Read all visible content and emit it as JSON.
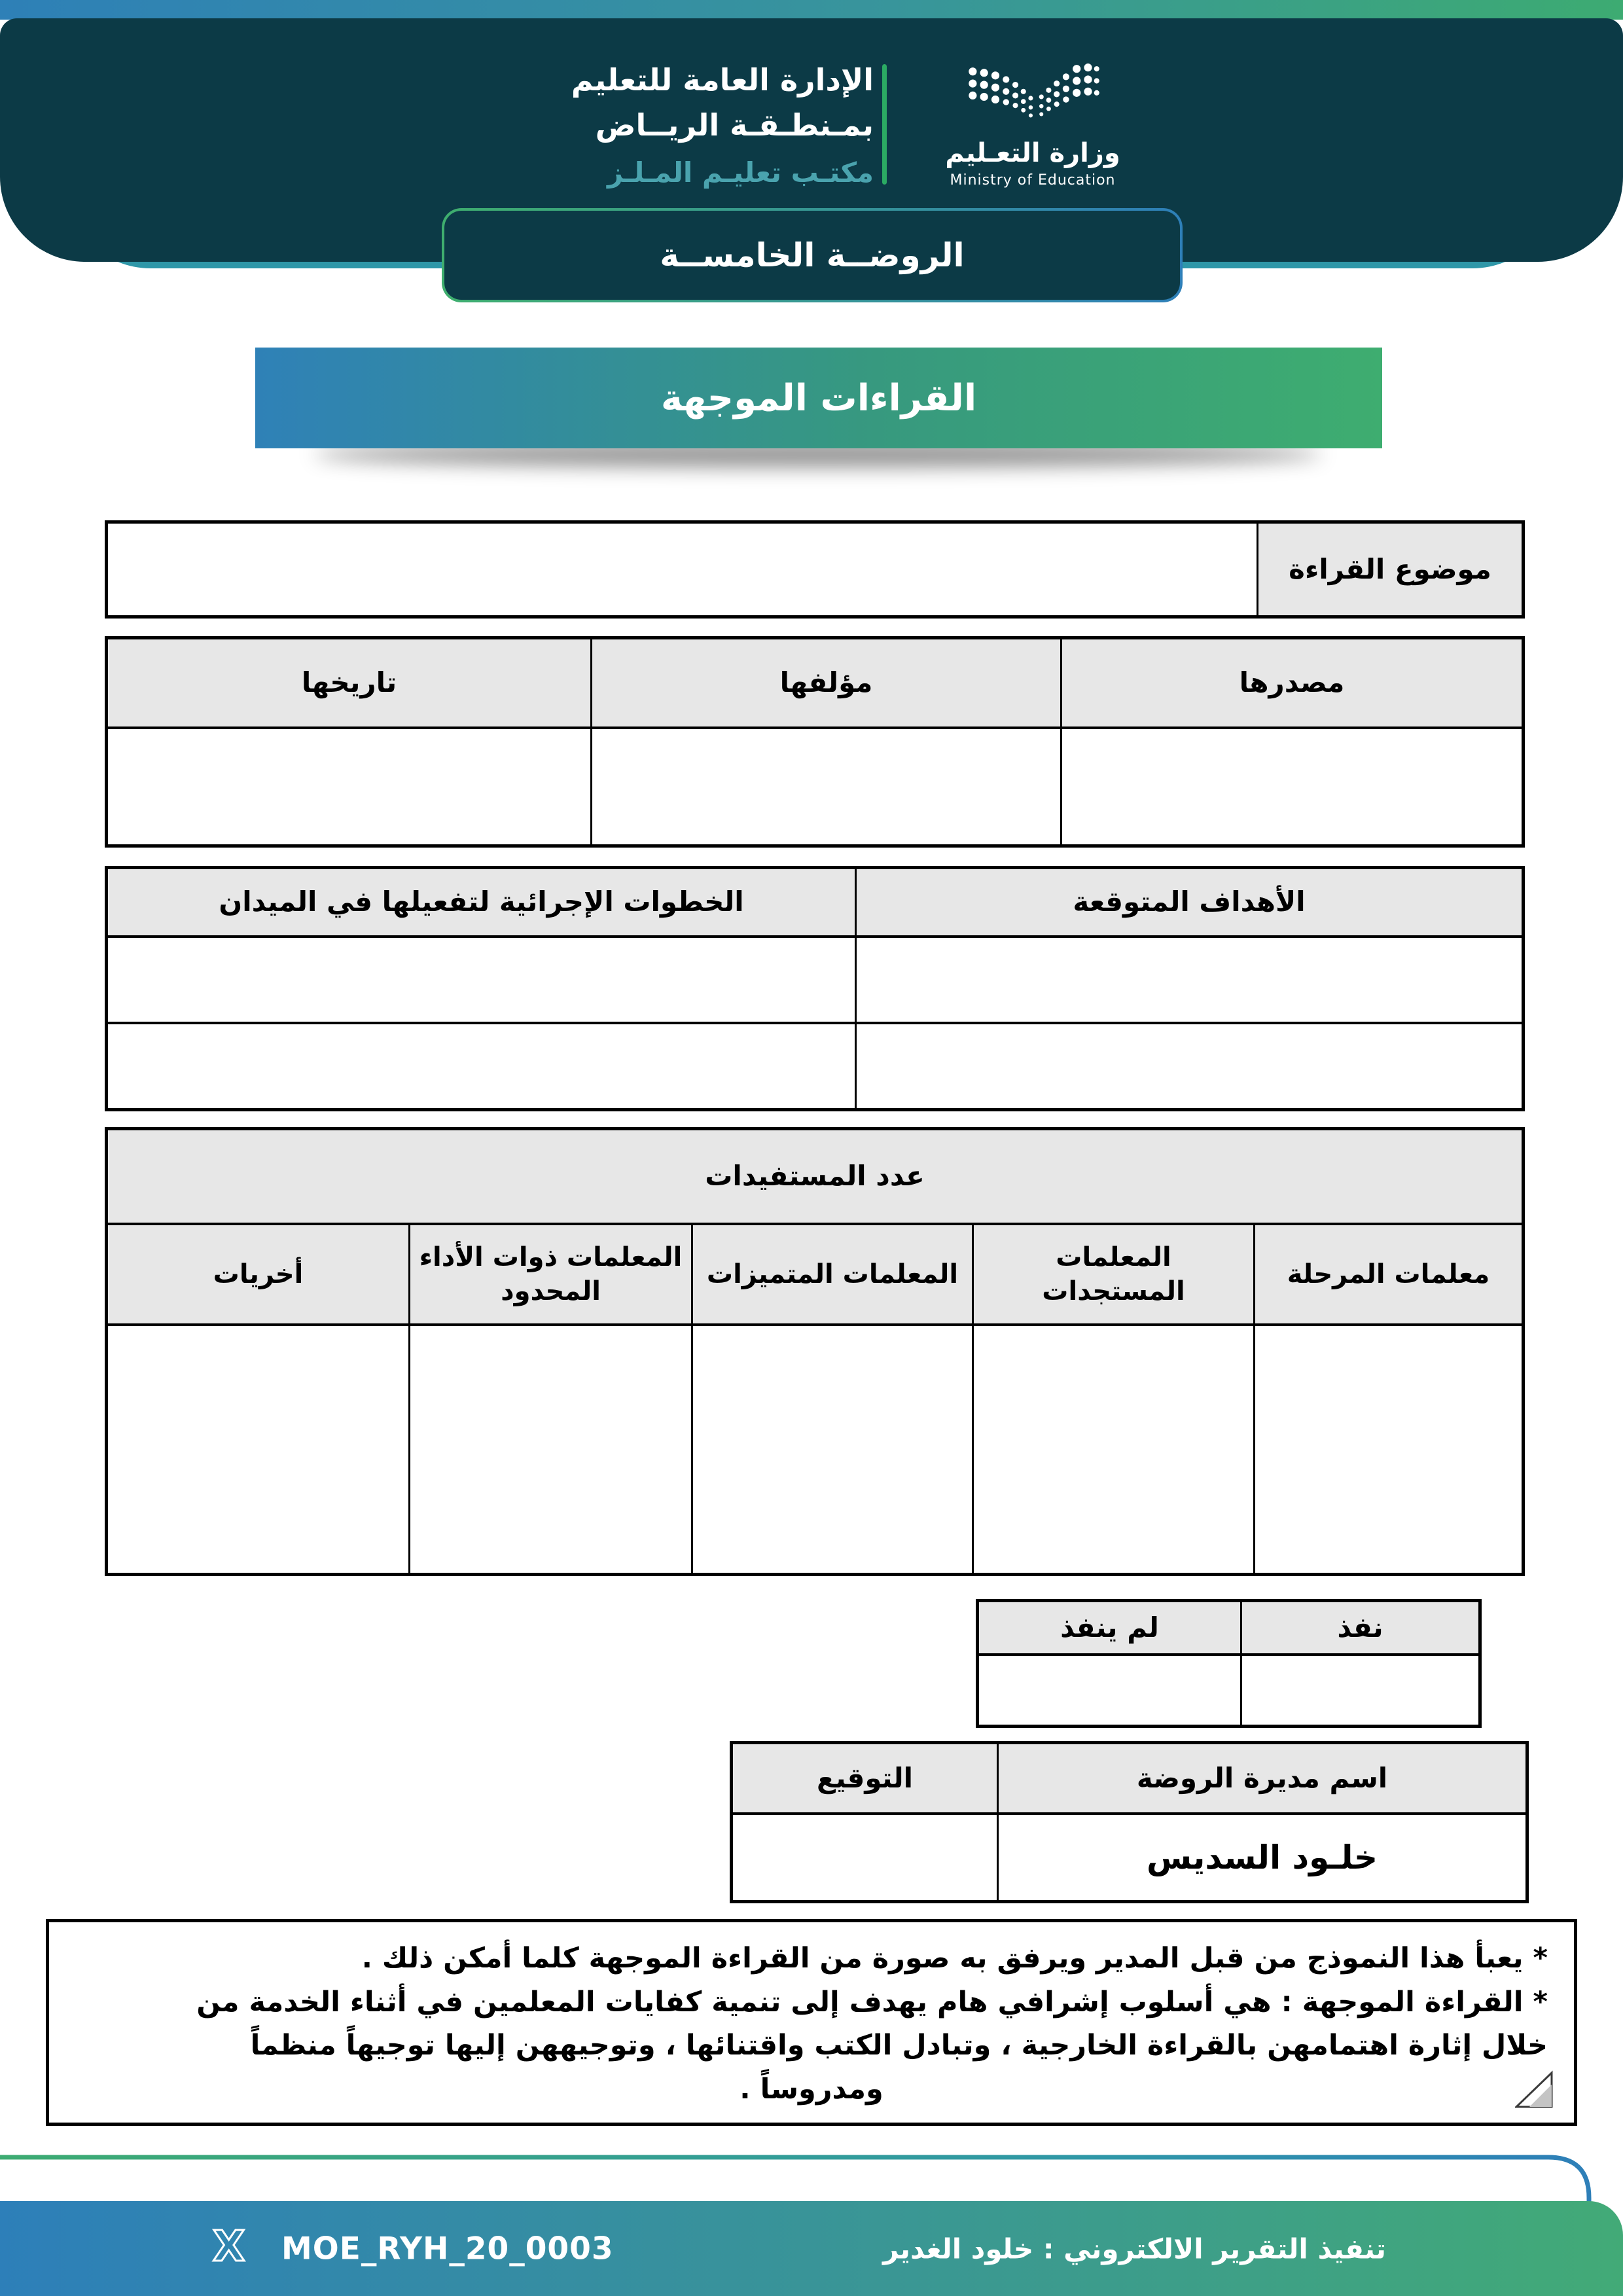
{
  "header": {
    "org_line1": "الإدارة العامة للتعليم",
    "org_line2": "بمـنطـقـة الريــاض",
    "org_line3": "مكتـب تعليـم المـلـز",
    "ministry_ar": "وزارة التعـليم",
    "ministry_en": "Ministry of Education",
    "school_name": "الروضــة الخامســة"
  },
  "banner": {
    "title": "القراءات الموجهة"
  },
  "form": {
    "subject": {
      "label": "موضوع القراءة",
      "value": ""
    },
    "source_table": {
      "headers": [
        "مصدرها",
        "مؤلفها",
        "تاريخها"
      ],
      "values": [
        "",
        "",
        ""
      ]
    },
    "objectives_table": {
      "headers": [
        "الأهداف المتوقعة",
        "الخطوات الإجرائية لتفعيلها في الميدان"
      ],
      "rows": [
        [
          "",
          ""
        ],
        [
          "",
          ""
        ]
      ]
    },
    "beneficiaries_table": {
      "title": "عدد المستفيدات",
      "headers": [
        "معلمات المرحلة",
        "المعلمات المستجدات",
        "المعلمات المتميزات",
        "المعلمات ذوات الأداء المحدود",
        "أخريات"
      ],
      "values": [
        "",
        "",
        "",
        "",
        ""
      ]
    },
    "execution_table": {
      "headers": [
        "نفذ",
        "لم ينفذ"
      ],
      "values": [
        "",
        ""
      ]
    },
    "principal_table": {
      "name_label": "اسم مديرة الروضة",
      "signature_label": "التوقيع",
      "name_value": "خلـود السديس",
      "signature_value": ""
    }
  },
  "notes": {
    "line1": "* يعبأ هذا النموذج من قبل المدير ويرفق به صورة من القراءة الموجهة كلما أمكن ذلك .",
    "line2": "* القراءة الموجهة : هي أسلوب إشرافي هام يهدف إلى تنمية كفايات المعلمين  في أثناء الخدمة من",
    "line3": "خلال إثارة اهتمامهن بالقراءة الخارجية ، وتبادل الكتب واقتنائها ، وتوجيههن  إليها توجيهاً منظماً",
    "line4": "ومدروساً ."
  },
  "footer": {
    "credit": "تنفيذ التقرير الالكتروني : خلود الغدير",
    "handle": "MOE_RYH_20_0003",
    "x_icon_glyph": "X"
  },
  "icons": {
    "moe_logo": "moe-dots-emblem",
    "x_logo": "x-social-icon",
    "folded_corner": "page-fold"
  },
  "colors": {
    "header_bg": "#0c3a46",
    "header_accent": "#2f97a8",
    "brand_blue": "#2e80b8",
    "brand_green": "#3dab72",
    "separator_green": "#2bab63",
    "office_text_teal": "#4aa3ae",
    "table_header_bg": "#e7e7e7",
    "border_black": "#000000"
  }
}
